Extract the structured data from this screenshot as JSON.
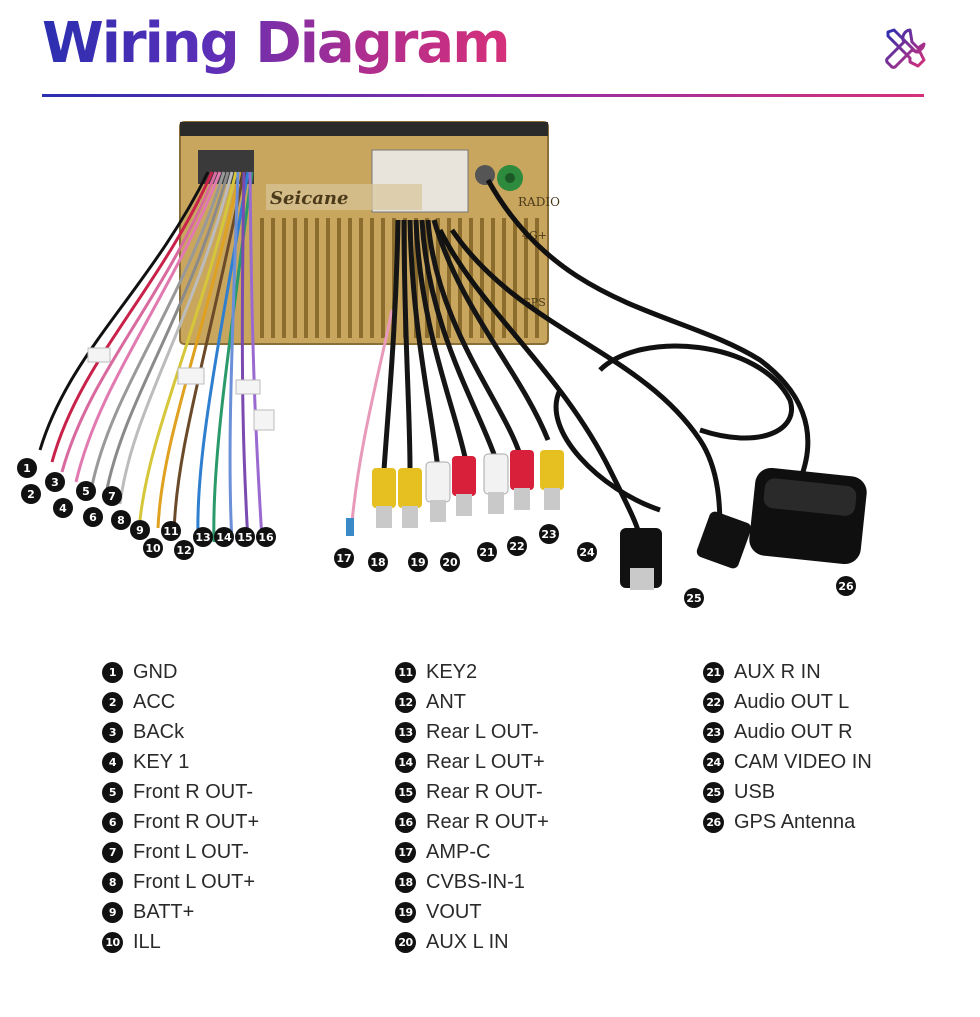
{
  "title": "Wiring Diagram",
  "colors": {
    "title_start": "#2b2fb0",
    "title_end": "#d6307a",
    "unit_body": "#c9a65e",
    "badge": "#111111"
  },
  "icons": {
    "header": "tools-icon",
    "antenna": "gps-antenna-icon"
  },
  "unit_labels": {
    "brand": "Seicane",
    "radio": "RADIO",
    "lte": "4G+",
    "gps": "GPS"
  },
  "legend": {
    "col1": [
      {
        "num": "1",
        "label": "GND"
      },
      {
        "num": "2",
        "label": "ACC"
      },
      {
        "num": "3",
        "label": "BACk"
      },
      {
        "num": "4",
        "label": "KEY 1"
      },
      {
        "num": "5",
        "label": "Front R OUT-"
      },
      {
        "num": "6",
        "label": "Front R OUT+"
      },
      {
        "num": "7",
        "label": "Front L OUT-"
      },
      {
        "num": "8",
        "label": "Front L OUT+"
      },
      {
        "num": "9",
        "label": "BATT+"
      },
      {
        "num": "10",
        "label": "ILL"
      }
    ],
    "col2": [
      {
        "num": "11",
        "label": "KEY2"
      },
      {
        "num": "12",
        "label": "ANT"
      },
      {
        "num": "13",
        "label": "Rear L OUT-"
      },
      {
        "num": "14",
        "label": "Rear L OUT+"
      },
      {
        "num": "15",
        "label": "Rear R OUT-"
      },
      {
        "num": "16",
        "label": "Rear R OUT+"
      },
      {
        "num": "17",
        "label": "AMP-C"
      },
      {
        "num": "18",
        "label": "CVBS-IN-1"
      },
      {
        "num": "19",
        "label": "VOUT"
      },
      {
        "num": "20",
        "label": "AUX L IN"
      }
    ],
    "col3": [
      {
        "num": "21",
        "label": "AUX R IN"
      },
      {
        "num": "22",
        "label": "Audio OUT L"
      },
      {
        "num": "23",
        "label": "Audio OUT R"
      },
      {
        "num": "24",
        "label": "CAM VIDEO IN"
      },
      {
        "num": "25",
        "label": "USB"
      },
      {
        "num": "26",
        "label": "GPS Antenna"
      }
    ]
  },
  "callouts": [
    "1",
    "2",
    "3",
    "4",
    "5",
    "6",
    "7",
    "8",
    "9",
    "10",
    "11",
    "12",
    "13",
    "14",
    "15",
    "16",
    "17",
    "18",
    "19",
    "20",
    "21",
    "22",
    "23",
    "24",
    "25",
    "26"
  ]
}
